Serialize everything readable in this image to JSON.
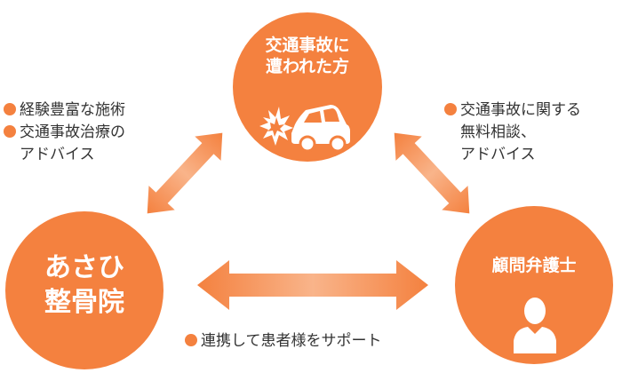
{
  "nodes": {
    "victim": {
      "lines": [
        "交通事故に",
        "遭われた方"
      ],
      "icon": "car-crash-icon"
    },
    "clinic": {
      "lines": [
        "あさひ",
        "整骨院"
      ]
    },
    "lawyer": {
      "lines": [
        "顧問弁護士"
      ],
      "icon": "person-icon"
    }
  },
  "notes": {
    "clinic_to_victim": {
      "bullet1": "経験豊富な施術",
      "bullet2": "交通事故治療の",
      "bullet2_cont": "アドバイス"
    },
    "lawyer_to_victim": {
      "bullet1": "交通事故に関する",
      "cont1": "無料相談、",
      "cont2": "アドバイス"
    },
    "clinic_lawyer": {
      "bullet1": "連携して患者様をサポート"
    }
  },
  "colors": {
    "accent": "#f4813f",
    "arrow": "#f7a06b",
    "text": "#333333",
    "background": "#ffffff"
  }
}
